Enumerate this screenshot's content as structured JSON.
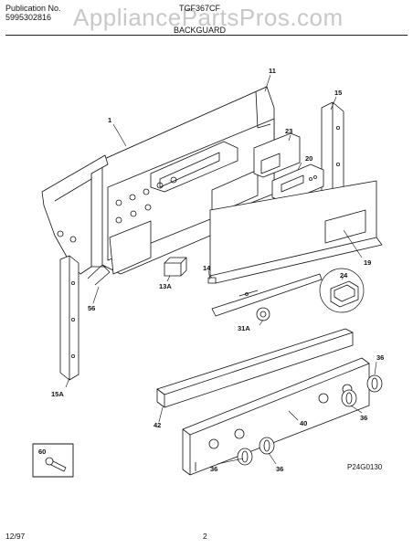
{
  "header": {
    "publication_label": "Publication No.",
    "publication_number": "5995302816",
    "model": "TGF367CF",
    "section_title": "BACKGUARD",
    "watermark": "AppliancePartsPros.com"
  },
  "callouts": {
    "c1": "1",
    "c11": "11",
    "c15": "15",
    "c23": "23",
    "c20": "20",
    "c19": "19",
    "c14": "14",
    "c13a": "13A",
    "c24": "24",
    "c56": "56",
    "c31a": "31A",
    "c15a": "15A",
    "c36a": "36",
    "c36b": "36",
    "c36c": "36",
    "c36d": "36",
    "c42": "42",
    "c40": "40",
    "c60": "60"
  },
  "drawing_number": "P24G0130",
  "footer": {
    "date": "12/97",
    "page": "2"
  }
}
